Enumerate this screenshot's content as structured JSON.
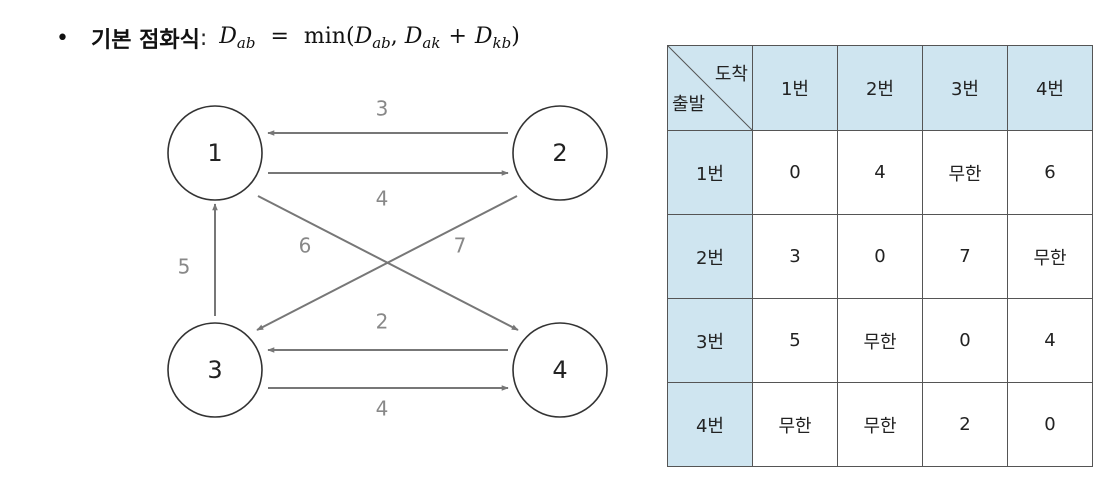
{
  "formula": {
    "bullet": "•",
    "heading": "기본 점화식",
    "colon": ":",
    "lhs_var": "D",
    "lhs_sub": "ab",
    "equals": "=",
    "func": "min",
    "arg1_var": "D",
    "arg1_sub": "ab",
    "arg2_var": "D",
    "arg2_sub": "ak",
    "plus": "+",
    "arg3_var": "D",
    "arg3_sub": "kb"
  },
  "graph": {
    "nodes": [
      {
        "id": "1",
        "label": "1"
      },
      {
        "id": "2",
        "label": "2"
      },
      {
        "id": "3",
        "label": "3"
      },
      {
        "id": "4",
        "label": "4"
      }
    ],
    "edges": [
      {
        "from": "2",
        "to": "1",
        "weight": "3"
      },
      {
        "from": "1",
        "to": "2",
        "weight": "4"
      },
      {
        "from": "1",
        "to": "4",
        "weight": "6"
      },
      {
        "from": "2",
        "to": "3",
        "weight": "7"
      },
      {
        "from": "3",
        "to": "1",
        "weight": "5"
      },
      {
        "from": "4",
        "to": "3",
        "weight": "2"
      },
      {
        "from": "3",
        "to": "4",
        "weight": "4"
      }
    ]
  },
  "table": {
    "corner_destination": "도착",
    "corner_source": "출발",
    "column_headers": [
      "1번",
      "2번",
      "3번",
      "4번"
    ],
    "rows": [
      {
        "header": "1번",
        "cells": [
          "0",
          "4",
          "무한",
          "6"
        ]
      },
      {
        "header": "2번",
        "cells": [
          "3",
          "0",
          "7",
          "무한"
        ]
      },
      {
        "header": "3번",
        "cells": [
          "5",
          "무한",
          "0",
          "4"
        ]
      },
      {
        "header": "4번",
        "cells": [
          "무한",
          "무한",
          "2",
          "0"
        ]
      }
    ]
  },
  "colors": {
    "header_bg": "#cfe5f0",
    "edge": "#777777",
    "edge_label": "#888888"
  }
}
